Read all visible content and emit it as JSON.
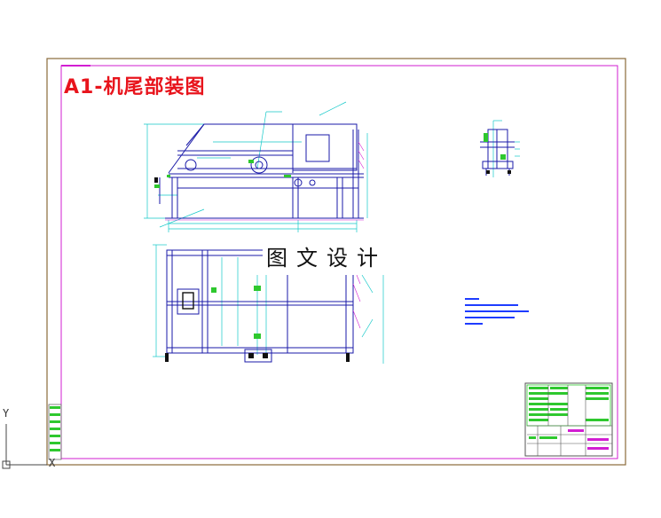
{
  "drawing": {
    "title": "A1-机尾部装图",
    "watermark": "图文设计"
  },
  "ucs": {
    "x_label": "X",
    "y_label": "Y"
  },
  "colors": {
    "background": "#ffffff",
    "outer_frame": "#8a6a3a",
    "inner_frame": "#d21ed2",
    "geometry": "#1a1aa8",
    "dimensions": "#12c8c8",
    "title_text": "#e8141c",
    "notes": "#1e3cff",
    "table_fill": "#2ec82e"
  }
}
